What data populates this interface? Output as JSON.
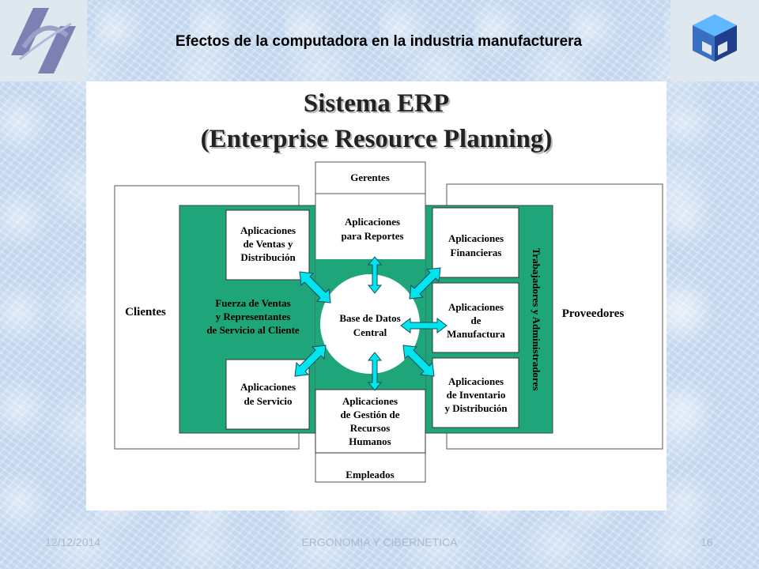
{
  "slide_title": "Efectos de la computadora en la industria manufacturera",
  "diagram": {
    "title_line1": "Sistema ERP",
    "title_line2": "(Enterprise Resource Planning)",
    "gerentes": "Gerentes",
    "empleados": "Empleados",
    "clientes": "Clientes",
    "proveedores": "Proveedores",
    "fuerza": [
      "Fuerza de Ventas",
      "y Representantes",
      "de Servicio al Cliente"
    ],
    "trabajadores": "Trabajadores y Administradores",
    "ventas": [
      "Aplicaciones",
      "de Ventas y",
      "Distribución"
    ],
    "servicio": [
      "Aplicaciones",
      "de Servicio"
    ],
    "reportes": [
      "Aplicaciones",
      "para Reportes"
    ],
    "rrhh": [
      "Aplicaciones",
      "de Gestión de",
      "Recursos",
      "Humanos"
    ],
    "financieras": [
      "Aplicaciones",
      "Financieras"
    ],
    "manufactura": [
      "Aplicaciones",
      "de",
      "Manufactura"
    ],
    "inventario": [
      "Aplicaciones",
      "de Inventario",
      "y Distribución"
    ],
    "base_datos": [
      "Base de Datos",
      "Central"
    ],
    "colors": {
      "green": "#1fa57a",
      "arrow": "#00e5ee"
    }
  },
  "footer": {
    "date": "12/12/2014",
    "center": "ERGONOMIA Y CIBERNETICA",
    "page": "16"
  }
}
